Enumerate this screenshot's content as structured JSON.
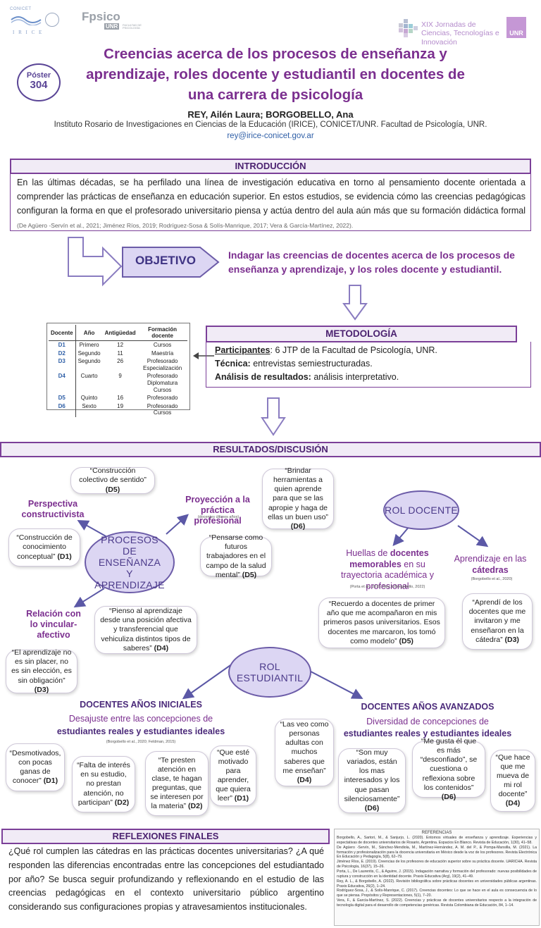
{
  "header": {
    "logo_conicet": "CONICET",
    "logo_irice": "I R I C E",
    "logo_fpsico": "Fpsico",
    "logo_unr": "UNR",
    "logo_fpsico_sub": "FACULTAD DE PSICOLOGÍA",
    "event_title": "XIX Jornadas de Ciencias, Tecnologías e Innovación",
    "event_badge": "UNR",
    "poster_label": "Póster",
    "poster_number": "304",
    "title": "Creencias acerca de los procesos de enseñanza y aprendizaje, roles docente y estudiantil en docentes de una carrera de psicología",
    "authors": "REY, Ailén Laura; BORGOBELLO, Ana",
    "institution": "Instituto Rosario de Investigaciones en Ciencias de la Educación (IRICE), CONICET/UNR. Facultad de Psicología, UNR.",
    "email": "rey@irice-conicet.gov.ar"
  },
  "intro": {
    "heading": "INTRODUCCIÓN",
    "text": "En las últimas décadas, se ha perfilado una línea de investigación educativa en torno al pensamiento docente orientada a comprender las prácticas de enseñanza en educación superior. En estos estudios, se evidencia cómo las creencias pedagógicas configuran la forma en que el profesorado universitario piensa y actúa dentro del aula aún más que su formación didáctica formal",
    "citation": "(De Agüero -Servín et al., 2021; Jiménez Ríos, 2019; Rodríguez-Sosa & Solís-Manrique, 2017; Vera & García-Martínez, 2022)."
  },
  "objetivo": {
    "label": "OBJETIVO",
    "text": "Indagar las creencias de docentes acerca de los procesos de enseñanza y aprendizaje, y los roles docente y estudiantil."
  },
  "table": {
    "headers": [
      "Docente",
      "Año",
      "Antigüedad",
      "Formación docente"
    ],
    "rows": [
      [
        "D1",
        "Primero",
        "12",
        "Cursos"
      ],
      [
        "D2",
        "Segundo",
        "11",
        "Maestría"
      ],
      [
        "D3",
        "Segundo",
        "26",
        "Profesorado Especialización"
      ],
      [
        "D4",
        "Cuarto",
        "9",
        "Profesorado Diplomatura Cursos"
      ],
      [
        "D5",
        "Quinto",
        "16",
        "Profesorado"
      ],
      [
        "D6",
        "Sexto",
        "19",
        "Profesorado Cursos"
      ]
    ]
  },
  "metodologia": {
    "heading": "METODOLOGÍA",
    "participantes_label": "Participantes",
    "participantes_text": ": 6 JTP de la Facultad de Psicología, UNR.",
    "tecnica_label": "Técnica:",
    "tecnica_text": " entrevistas semiestructuradas.",
    "analisis_label": "Análisis de resultados:",
    "analisis_text": " análisis interpretativo."
  },
  "resultados": {
    "heading": "RESULTADOS/DISCUSIÓN",
    "procesos_ellipse": "PROCESOS DE ENSEÑANZA Y APRENDIZAJE",
    "perspectiva": "Perspectiva constructivista",
    "proyeccion": "Proyección a la práctica profesional",
    "proyeccion_cite": "(docentes últimos años)",
    "relacion": "Relación con lo vincular-afectivo",
    "q_construccion_colectivo": "“Construcción colectivo de sentido”",
    "q_construccion_colectivo_who": "(D5)",
    "q_construccion_conceptual": "“Construcción de conocimiento conceptual”",
    "q_construccion_conceptual_who": "(D1)",
    "q_brindar": "“Brindar herramientas a quien aprende para que se las apropie y haga de ellas un buen uso”",
    "q_brindar_who": "(D6)",
    "q_pensarse": "“Pensarse como futuros trabajadores en el campo de la salud mental”",
    "q_pensarse_who": "(D5)",
    "q_pienso": "“Pienso al aprendizaje desde una posición afectiva y transferencial que vehiculiza distintos tipos de saberes”",
    "q_pienso_who": "(D4)",
    "q_placer": "“El aprendizaje no es sin placer, no es sin elección, es sin obligación”",
    "q_placer_who": "(D3)",
    "rol_docente": "ROL DOCENTE",
    "huellas": "Huellas de",
    "huellas_bold": "docentes memorables",
    "huellas_rest": "en su trayectoria académica y profesional",
    "huellas_cite": "(Porta et al., 2015; Rey & Borgobello, 2022)",
    "aprendizaje_catedras": "Aprendizaje en las",
    "aprendizaje_catedras_bold": "cátedras",
    "aprendizaje_cite": "(Borgobello et al., 2020)",
    "q_recuerdo": "“Recuerdo a docentes de primer año que me acompañaron en mis primeros pasos universitarios. Esos docentes me marcaron, los tomó como modelo”",
    "q_recuerdo_who": "(D5)",
    "q_aprendi": "“Aprendí de los docentes que me invitaron y me enseñaron en la cátedra”",
    "q_aprendi_who": "(D3)",
    "rol_estudiantil": "ROL ESTUDIANTIL",
    "iniciales_heading": "DOCENTES AÑOS INICIALES",
    "iniciales_sub1": "Desajuste entre las concepciones de",
    "iniciales_sub2": "estudiantes reales y estudiantes ideales",
    "iniciales_cite": "(Borgobello et al., 2020; Feldman, 2015)",
    "avanzados_heading": "DOCENTES AÑOS AVANZADOS",
    "avanzados_sub1": "Diversidad de concepciones de",
    "avanzados_sub2": "estudiantes reales y estudiantes ideales",
    "q_desmotivados": "“Desmotivados, con pocas ganas de conocer”",
    "q_desmotivados_who": "(D1)",
    "q_falta": "“Falta de interés en su estudio, no prestan atención, no participan”",
    "q_falta_who": "(D2)",
    "q_presten": "“Te presten atención en clase, te hagan preguntas, que se interesen por la materia”",
    "q_presten_who": "(D2)",
    "q_motivado": "“Que esté motivado para aprender, que quiera leer”",
    "q_motivado_who": "(D1)",
    "q_veo": "“Las veo como personas adultas con muchos saberes que me enseñan”",
    "q_veo_who": "(D4)",
    "q_variados": "“Son muy variados, están los mas interesados y los que pasan silenciosamente”",
    "q_variados_who": "(D6)",
    "q_gusta": "“Me gusta él que es más “desconfiado”, se cuestiona o reflexiona sobre los contenidos”",
    "q_gusta_who": "(D6)",
    "q_mueva": "“Que hace que me mueva de mi rol docente”",
    "q_mueva_who": "(D4)"
  },
  "reflexiones": {
    "heading": "REFLEXIONES FINALES",
    "text": "¿Qué rol cumplen las cátedras en las prácticas docentes universitarias? ¿A qué responden las diferencias encontradas entre las concepciones del estudiantado por año? Se busca seguir profundizando y reflexionando en el estudio de las creencias pedagógicas en el contexto universitario público argentino considerando sus configuraciones propias y atravesamientos institucionales."
  },
  "referencias": {
    "heading": "REFERENCIAS",
    "items": [
      "Borgobello, A., Sartori, M., & Sanjurjo, L. (2020). Entornos virtuales de enseñanza y aprendizaje. Experiencias y expectativas de docentes universitarios de Rosario, Argentina. Espacios En Blanco. Revista de Educación, 1(30), 41–58.",
      "De Agüero -Servín, M., Sánchez-Mendiola, M., Martínez-Hernández, A. M. del P., & Pompa-Mansilla, M. (2021). La formación y profesionalización para la docencia universitaria en México desde la voz de los profesores. Revista Electrónica En Educación y Pedagogía, 5(8), 62–79.",
      "Jiménez Ríos, E. (2019). Creencias de los profesores de educación superior sobre su práctica docente. UARICHA. Revista de Psicología, 16(37), 15–26.",
      "Porta, L., De Laurentis, C., & Aguirre, J. (2015). Indagación narrativa y formación del profesorado: nuevas posibilidades de ruptura y construcción en la identidad docente. Praxis Educativa (Arg), 19(2), 41–49.",
      "Rey, A. L., & Borgobello, A. (2022). Revisión bibliográfica sobre prácticas docentes en universidades públicas argentinas. Praxis Educativa, 26(2), 1–24.",
      "Rodríguez-Sosa, J., & Solís-Manrique, C. (2017). Creencias docentes: Lo que se hace en el aula es consecuencia de lo que se piensa. Propósitos y Representaciones, 5(1), 7–20.",
      "Vera, F., & García-Martínez, S. (2022). Creencias y prácticas de docentes universitarios respecto a la integración de tecnología digital para el desarrollo de competencias genéricas. Revista Colombiana de Educación, 84, 1–14."
    ]
  }
}
